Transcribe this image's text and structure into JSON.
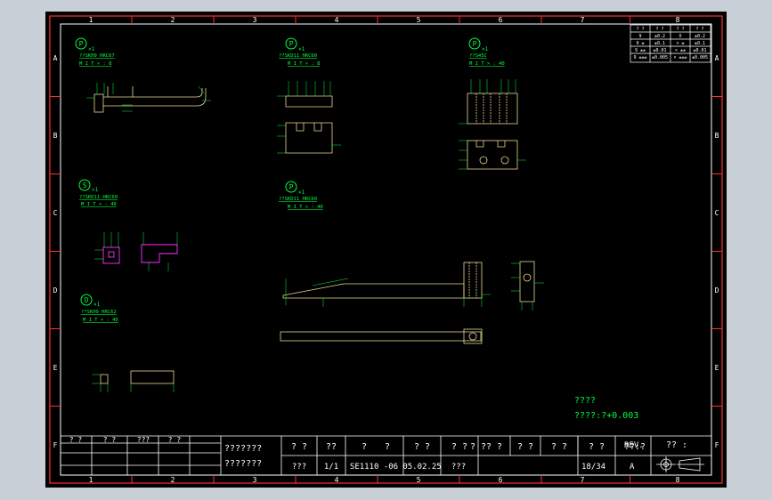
{
  "colors": {
    "background": "#000000",
    "frame": "#ff3030",
    "border": "#ffffff",
    "text": "#ffffff",
    "annotation": "#00ff40",
    "geometry": "#e8d890",
    "highlight": "#ff30ff",
    "surround": "#c8cfd6"
  },
  "frame": {
    "columns": [
      "1",
      "2",
      "3",
      "4",
      "5",
      "6",
      "7",
      "8"
    ],
    "rows": [
      "A",
      "B",
      "C",
      "D",
      "E",
      "F"
    ]
  },
  "views": [
    {
      "marker": "P",
      "qty": "×1",
      "material": "??SKH9 HRC67",
      "note": "M I T × : 8"
    },
    {
      "marker": "P",
      "qty": "×1",
      "material": "??SKD11 HRC60",
      "note": "M I T × : 8"
    },
    {
      "marker": "P",
      "qty": "×1",
      "material": "??S45C",
      "note": "M I T × : 40"
    },
    {
      "marker": "S",
      "qty": "×1",
      "material": "??SKD11 HRC60",
      "note": "M I T × : 40"
    },
    {
      "marker": "P",
      "qty": "×1",
      "material": "??SKD11 HRC60",
      "note": "M I T × : 40"
    },
    {
      "marker": "D",
      "qty": "×1",
      "material": "??SKH9 HRC62",
      "note": "M I T × : 40"
    }
  ],
  "tolerance_table": {
    "header": [
      "? ?",
      "? ?",
      "? ?",
      "? ?"
    ],
    "rows": [
      [
        "9",
        "±0.2",
        "X",
        "±0.2"
      ],
      [
        "9 ±",
        "±0.1",
        "× ±",
        "±0.1"
      ],
      [
        "9 ±±",
        "±0.01",
        "× ±±",
        "±0.01"
      ],
      [
        "9 ±±±",
        "±0.005",
        "× ±±±",
        "±0.005"
      ]
    ]
  },
  "notes": {
    "line1": "????",
    "line2": "????:?+0.003"
  },
  "title_block": {
    "rev_headers": [
      "? ?",
      "? ?",
      "???",
      "? ?"
    ],
    "company_line1": "???????",
    "company_line2": "???????",
    "header_cells": [
      "? ?",
      "??",
      "?",
      "?",
      "? ?",
      "? ?",
      "? ?",
      "? ?",
      "? ?",
      "? ?",
      "? ?",
      "??:?"
    ],
    "value_cells": [
      "???",
      "1/1",
      "SE1110 -06",
      "05.02.25",
      "???"
    ],
    "sheet": "18/34",
    "rev_label": "REV.",
    "rev_value": "A",
    "projection_label": "?? :"
  }
}
